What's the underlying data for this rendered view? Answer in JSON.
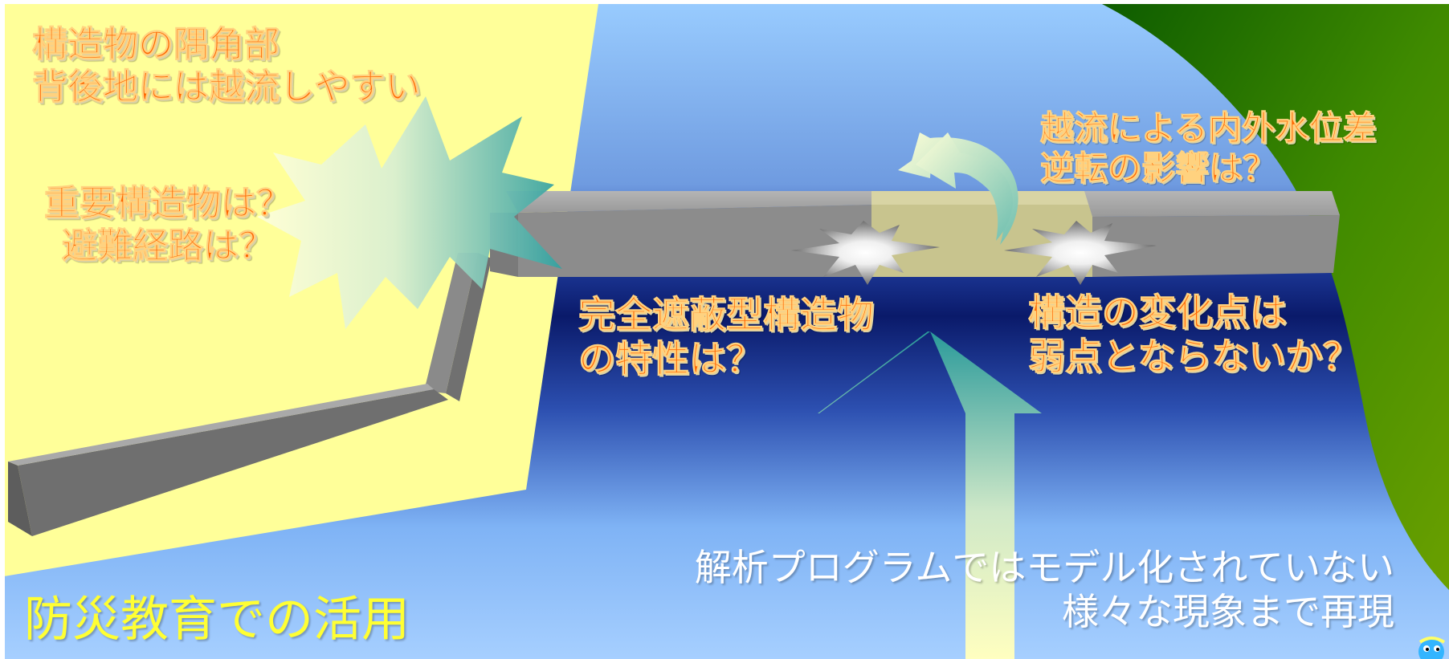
{
  "labels": {
    "corner_line1": "構造物の隅角部",
    "corner_line2": "背後地には越流しやすい",
    "important_line1": "重要構造物は？",
    "important_line2": "避難経路は？",
    "reversal_line1": "越流による内外水位差",
    "reversal_line2": "逆転の影響は？",
    "complete_line1": "完全遮蔽型構造物",
    "complete_line2": "の特性は？",
    "change_line1": "構造の変化点は",
    "change_line2": "弱点とならないか？",
    "analysis_line1": "解析プログラムではモデル化されていない",
    "analysis_line2": "様々な現象まで再現",
    "education": "防災教育での活用"
  },
  "colors": {
    "land": "#ffff99",
    "sky_blue": "#99ccff",
    "deep_blue": "#0a1a6a",
    "hill_green": "#2e7d00",
    "wall_gray": "#8c8c8c",
    "gate_khaki": "#c8c48e",
    "label_orange": "#ff6600",
    "label_yellow": "#ffff33"
  },
  "icons": [
    "burst-icon",
    "spark-icon",
    "curved-arrow-icon",
    "up-arrow-icon",
    "character-icon"
  ]
}
